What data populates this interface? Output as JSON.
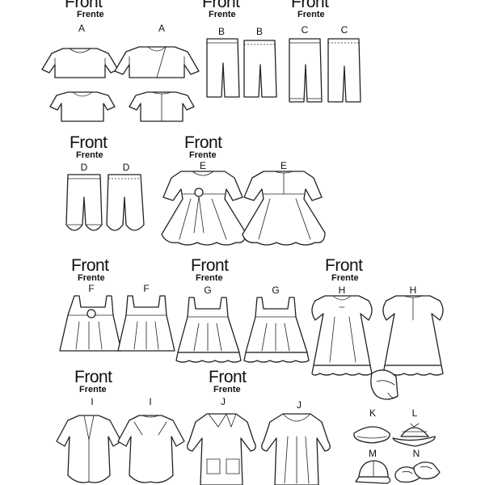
{
  "front_word": "Front",
  "frente_word": "Frente",
  "views": [
    {
      "letter": "A"
    },
    {
      "letter": "A"
    },
    {
      "letter": "B"
    },
    {
      "letter": "B"
    },
    {
      "letter": "C"
    },
    {
      "letter": "C"
    },
    {
      "letter": "D"
    },
    {
      "letter": "D"
    },
    {
      "letter": "E"
    },
    {
      "letter": "E"
    },
    {
      "letter": "F"
    },
    {
      "letter": "F"
    },
    {
      "letter": "G"
    },
    {
      "letter": "G"
    },
    {
      "letter": "H"
    },
    {
      "letter": "H"
    },
    {
      "letter": "I"
    },
    {
      "letter": "I"
    },
    {
      "letter": "J"
    },
    {
      "letter": "J"
    },
    {
      "letter": "K"
    },
    {
      "letter": "L"
    },
    {
      "letter": "M"
    },
    {
      "letter": "N"
    }
  ]
}
